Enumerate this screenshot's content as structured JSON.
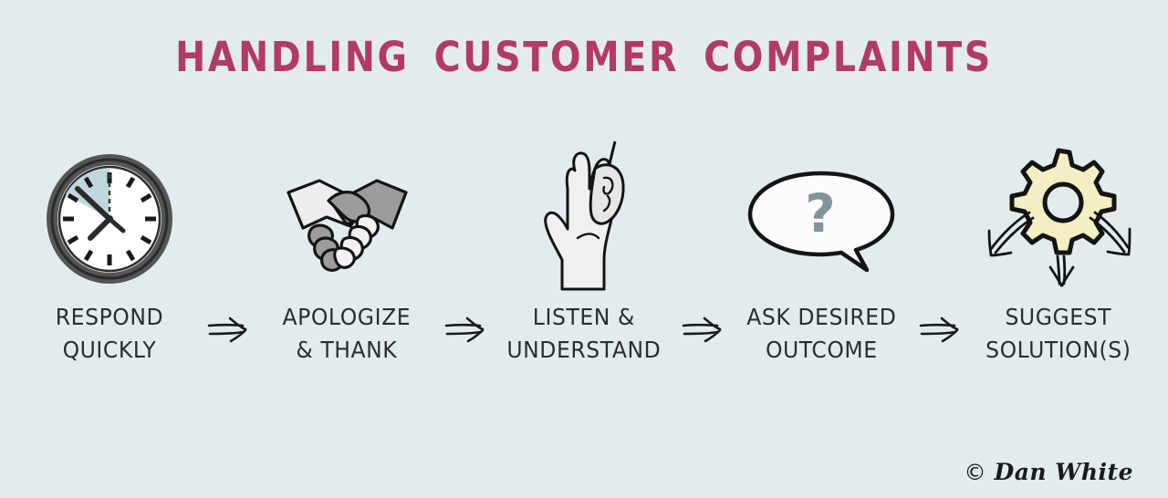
{
  "title": "HANDLING CUSTOMER COMPLAINTS",
  "background_color": "#E2ECEE",
  "title_color": "#B23A67",
  "ink_color": "#1A1A1A",
  "steps": [
    {
      "index": "1",
      "label": "RESPOND\nQUICKLY",
      "icon": "clock-icon",
      "icon_colors": {
        "bezel": "#595959",
        "face": "#FFFFFF",
        "wedge": "#BFD8DE"
      }
    },
    {
      "index": "2",
      "label": "APOLOGIZE\n& THANK",
      "icon": "handshake-icon",
      "icon_colors": {
        "left_hand": "#EDEDED",
        "right_hand": "#9C9C9C"
      }
    },
    {
      "index": "3",
      "label": "LISTEN &\nUNDERSTAND",
      "icon": "hand-to-ear-icon",
      "icon_colors": {
        "hand": "#F0F0F0",
        "ear": "#E6E6E6"
      }
    },
    {
      "index": "4",
      "label": "ASK DESIRED\nOUTCOME",
      "icon": "speech-bubble-question-icon",
      "icon_colors": {
        "bubble": "#FCFCFC",
        "question_mark": "#7E959B"
      }
    },
    {
      "index": "5",
      "label": "SUGGEST\nSOLUTION(S)",
      "icon": "gear-with-arrows-icon",
      "icon_colors": {
        "gear": "#F4EFC2",
        "arrows": "#1A1A1A"
      }
    }
  ],
  "separators": [
    {
      "icon": "double-arrow-right-icon",
      "glyph": "⇒"
    },
    {
      "icon": "double-arrow-right-icon",
      "glyph": "⇒"
    },
    {
      "icon": "double-arrow-right-icon",
      "glyph": "⇒"
    },
    {
      "icon": "double-arrow-right-icon",
      "glyph": "⇒"
    }
  ],
  "signature": {
    "copyright_symbol": "©",
    "name": "Dan White"
  }
}
